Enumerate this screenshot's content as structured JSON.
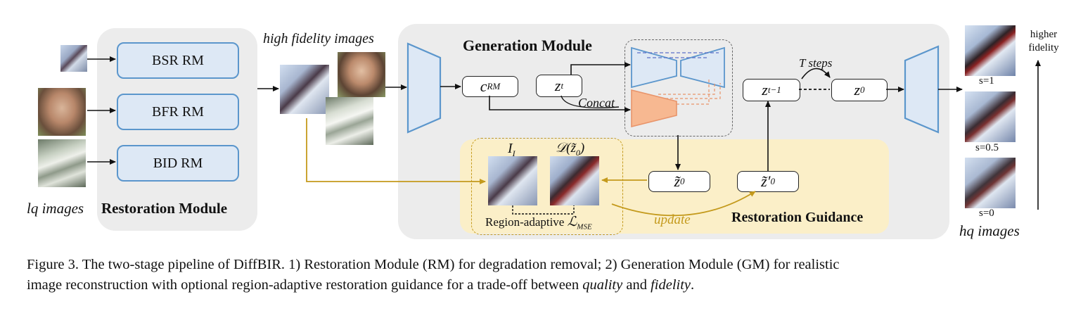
{
  "labels": {
    "lq_images": "lq images",
    "restoration_module": "Restoration Module",
    "high_fidelity_images": "high fidelity images",
    "generation_module": "Generation Module",
    "concat": "Concat",
    "t_steps": "T steps",
    "restoration_guidance": "Restoration Guidance",
    "update": "update",
    "region_adaptive": "Region-adaptive",
    "higher_fidelity": "higher fidelity",
    "hq_images": "hq images"
  },
  "restoration_modules": [
    "BSR RM",
    "BFR RM",
    "BID RM"
  ],
  "math": {
    "encoder": "ℰ",
    "decoder": "𝒟",
    "c_rm_base": "c",
    "c_rm_sub": "RM",
    "z_t_base": "z",
    "z_t_sub": "t",
    "z_t1_base": "z",
    "z_t1_sub": "t−1",
    "z0_base": "z",
    "z0_sub": "0",
    "z0_tilde": "z̃",
    "z0_tilde_sub": "0",
    "z0_prime": "z̃′",
    "z0_prime_sub": "0",
    "i_label": "I",
    "i_sub": "I",
    "d_label": "𝒟(z̃",
    "d_sub": "0",
    "d_close": ")",
    "loss_base": "ℒ",
    "loss_sub": "MSE"
  },
  "scales": [
    "s=1",
    "s=0.5",
    "s=0"
  ],
  "caption": {
    "line1": "Figure 3. The two-stage pipeline of DiffBIR. 1) Restoration Module (RM) for degradation removal; 2) Generation Module (GM) for realistic",
    "line2_a": "image reconstruction with optional region-adaptive restoration guidance for a trade-off between ",
    "line2_quality": "quality",
    "line2_b": " and ",
    "line2_fidelity": "fidelity",
    "line2_c": "."
  },
  "colors": {
    "rm_fill": "#dde8f5",
    "rm_border": "#5b96cc",
    "panel": "#ececec",
    "guidance_fill": "#fbefc8",
    "guidance_arrow": "#c49a1c",
    "unet_blue": "#dde8f5",
    "unet_orange": "#f7b891"
  }
}
